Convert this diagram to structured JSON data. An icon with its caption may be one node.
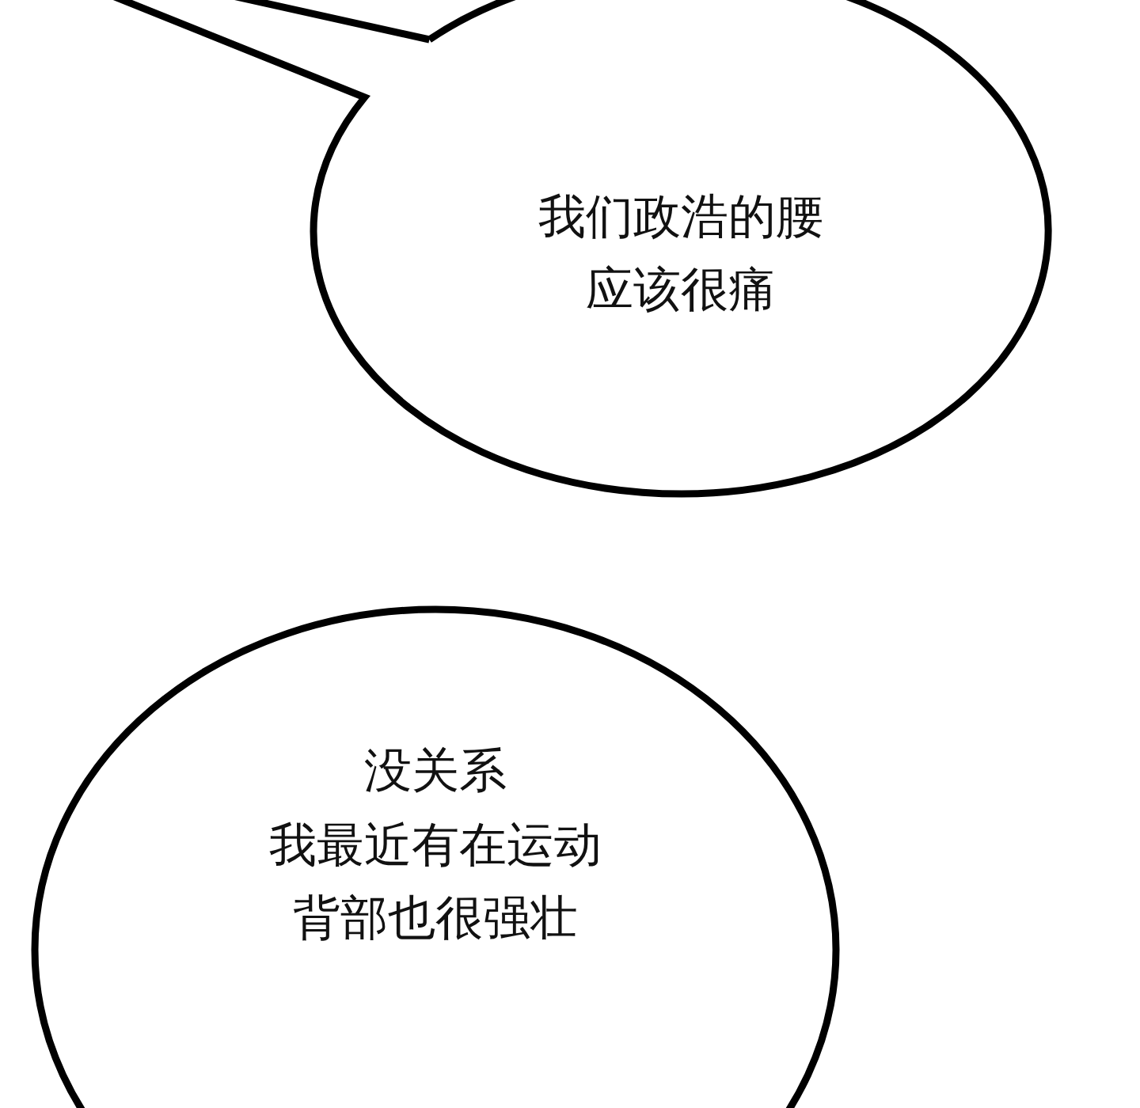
{
  "diagram": {
    "nodes": [
      {
        "text": [
          "我们政浩的腰应该很痛"
        ]
      },
      {
        "text": [
          "没关系",
          "我最近有在运动背部也很强壮"
        ]
      }
    ]
  }
}
